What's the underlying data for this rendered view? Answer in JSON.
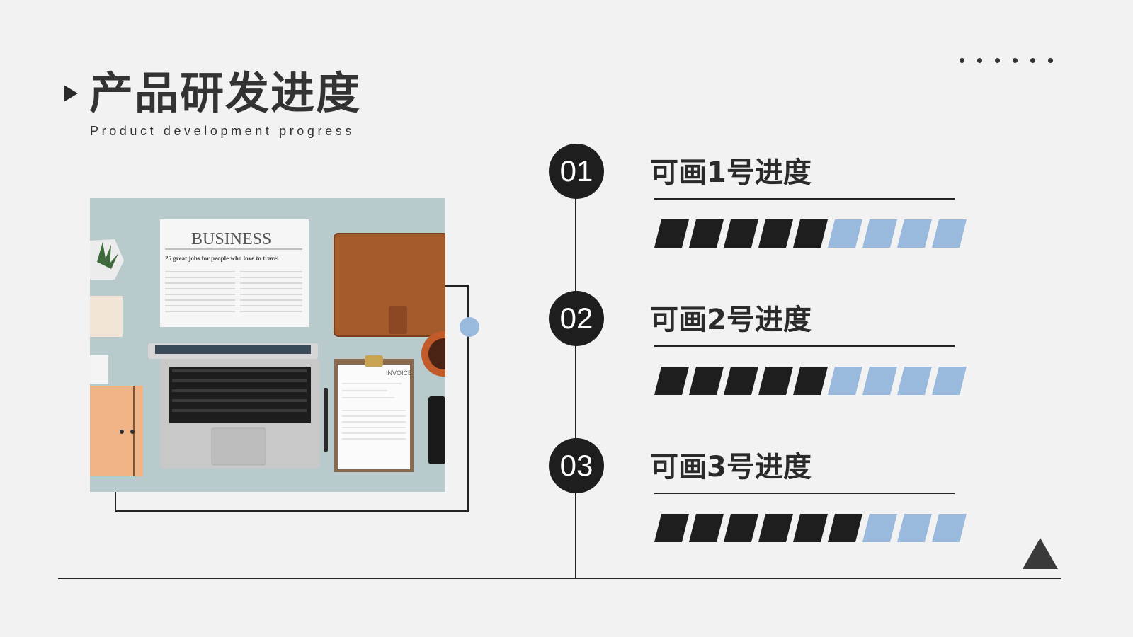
{
  "header": {
    "title_zh": "产品研发进度",
    "title_en": "Product development progress"
  },
  "colors": {
    "background": "#f2f2f2",
    "dark": "#1e1e1e",
    "accent_blue": "#99b9dd"
  },
  "photo": {
    "newspaper_headline": "BUSINESS",
    "newspaper_subhead": "25 great jobs for people who love to travel",
    "invoice_label": "INVOICE"
  },
  "steps": [
    {
      "number": "01",
      "label": "可画1号进度",
      "completed": 5,
      "total": 9
    },
    {
      "number": "02",
      "label": "可画2号进度",
      "completed": 5,
      "total": 9
    },
    {
      "number": "03",
      "label": "可画3号进度",
      "completed": 6,
      "total": 9
    }
  ]
}
